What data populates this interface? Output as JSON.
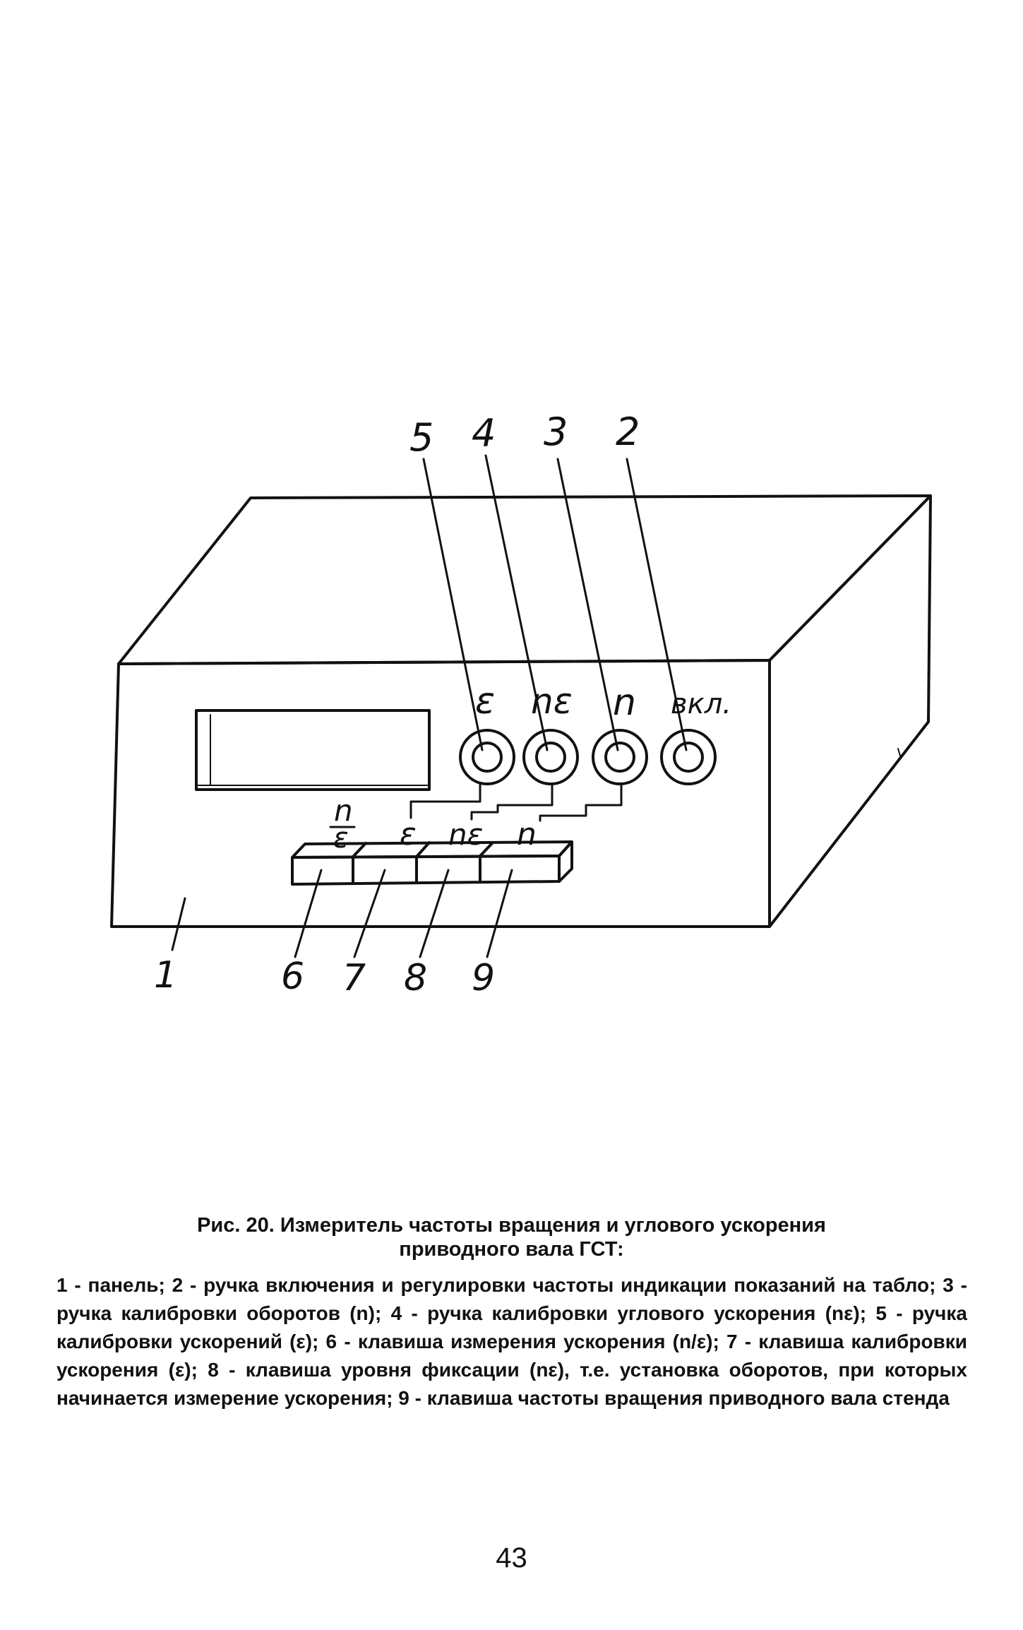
{
  "figure": {
    "callouts": {
      "panel": "1",
      "power_knob": "2",
      "rev_cal_knob": "3",
      "ang_accel_cal_knob": "4",
      "accel_cal_knob": "5",
      "key_measure": "6",
      "key_calib": "7",
      "key_level": "8",
      "key_freq": "9"
    },
    "knob_labels": {
      "epsilon": "ε",
      "n_epsilon": "nε",
      "n": "n",
      "power": "вкл."
    },
    "key_labels": {
      "n_over_eps_num": "n",
      "n_over_eps_den": "ε",
      "epsilon": "ε",
      "n_epsilon": "nε",
      "n": "n"
    }
  },
  "caption": {
    "line1": "Рис. 20.  Измеритель частоты вращения и углового ускорения",
    "line2": "приводного вала ГСТ:"
  },
  "legend": "1 - панель; 2 - ручка включения и регулировки частоты индикации показаний на табло; 3 - ручка калибровки оборотов (n); 4 - ручка калибровки углового ускорения (nε); 5 - ручка калибровки ускорений (ε); 6 - клавиша измерения ускорения (n/ε); 7 - клавиша калибровки ускорения (ε); 8 - клавиша уровня фиксации (nε), т.е. установка оборотов, при которых начинается измерение ускорения; 9 - клавиша частоты вращения приводного вала стенда",
  "page_number": "43"
}
